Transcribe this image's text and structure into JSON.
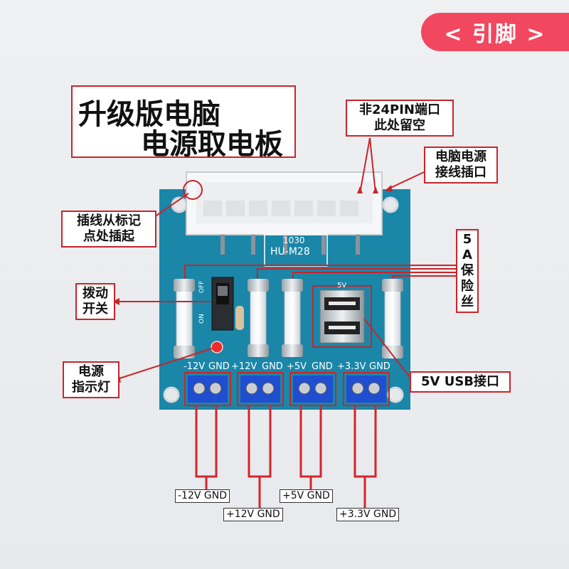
{
  "tag": {
    "label": "< 引脚 >"
  },
  "title": {
    "line1": "升级版电脑",
    "line2": "电源取电板"
  },
  "callouts": {
    "no_24pin": [
      "非24PIN端口",
      "此处留空"
    ],
    "psu_socket": [
      "电脑电源",
      "接线插口"
    ],
    "insert_start": [
      "插线从标记",
      "点处插起"
    ],
    "fuse": [
      "5",
      "A",
      "保",
      "险",
      "丝"
    ],
    "toggle_switch": [
      "拨动",
      "开关"
    ],
    "power_led": [
      "电源",
      "指示灯"
    ],
    "usb_port": "5V USB接口"
  },
  "board": {
    "connector_text": [
      "1030",
      "HU-M28"
    ],
    "switch_on": "ON",
    "switch_off": "OFF",
    "usb_silk": "5V",
    "rail_labels": [
      "-12V",
      "GND",
      "+12V",
      "GND",
      "+5V",
      "GND",
      "+3.3V",
      "GND"
    ]
  },
  "outputs": [
    {
      "label": "-12V GND"
    },
    {
      "label": "+12V GND"
    },
    {
      "label": "+5V GND"
    },
    {
      "label": "+3.3V GND"
    }
  ],
  "colors": {
    "pcb": "#1a86a8",
    "accent": "#c9252b",
    "tag_bg": "#f2485f",
    "terminal": "#1f4fd0"
  }
}
